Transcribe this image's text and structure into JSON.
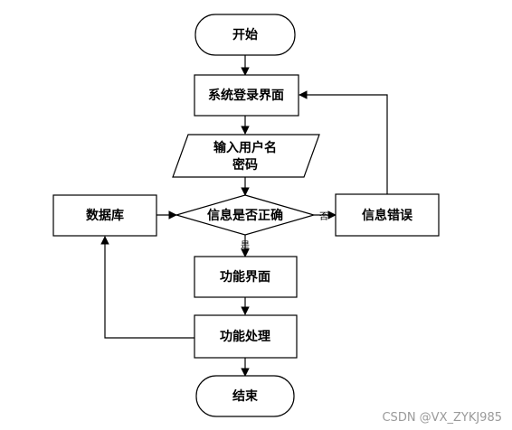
{
  "nodes": {
    "start": "开始",
    "login": "系统登录界面",
    "input_line1": "输入用户名",
    "input_line2": "密码",
    "check": "信息是否正确",
    "database": "数据库",
    "error": "信息错误",
    "function_ui": "功能界面",
    "process": "功能处理",
    "end": "结束"
  },
  "edges": {
    "yes": "是",
    "no": "否"
  },
  "watermark": "CSDN @VX_ZYKJ985"
}
